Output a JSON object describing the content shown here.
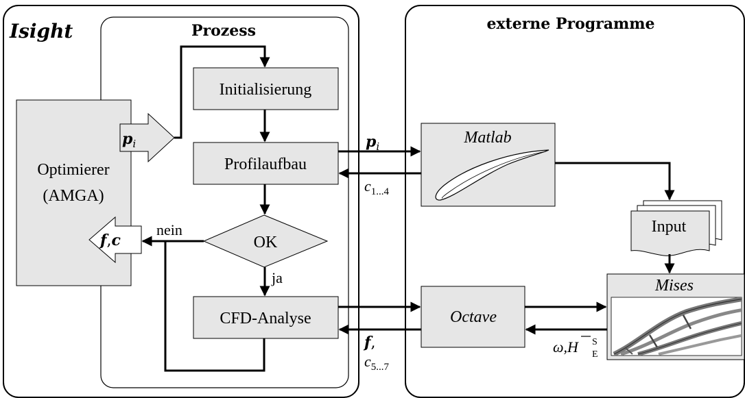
{
  "isight": {
    "title": "Isight",
    "prozess_title": "Prozess",
    "optimizer": {
      "line1": "Optimierer",
      "line2": "(AMGA)"
    },
    "steps": {
      "init": "Initialisierung",
      "profil": "Profilaufbau",
      "ok": "OK",
      "cfd": "CFD-Analyse"
    },
    "branch": {
      "no": "nein",
      "yes": "ja"
    },
    "ports": {
      "in": "p",
      "in_sub": "i",
      "out_f": "f",
      "out_sep": ",",
      "out_c": "c"
    }
  },
  "extern": {
    "title": "externe Programme",
    "matlab": "Matlab",
    "input": "Input",
    "octave": "Octave",
    "mises": "Mises"
  },
  "signals": {
    "p_to_matlab": {
      "main": "p",
      "sub": "i"
    },
    "c_from_matlab": {
      "main": "c",
      "sub": "1...4"
    },
    "f_from_octave": {
      "main": "f",
      "sep": ","
    },
    "c_from_octave": {
      "main": "c",
      "sub": "5...7"
    },
    "from_mises": {
      "omega": "ω,",
      "h": "H",
      "h_sup": "S",
      "h_sub": "E"
    }
  },
  "colors": {
    "box_fill": "#e6e6e6",
    "stroke": "#000000",
    "mises_fill": "#ffffff"
  }
}
